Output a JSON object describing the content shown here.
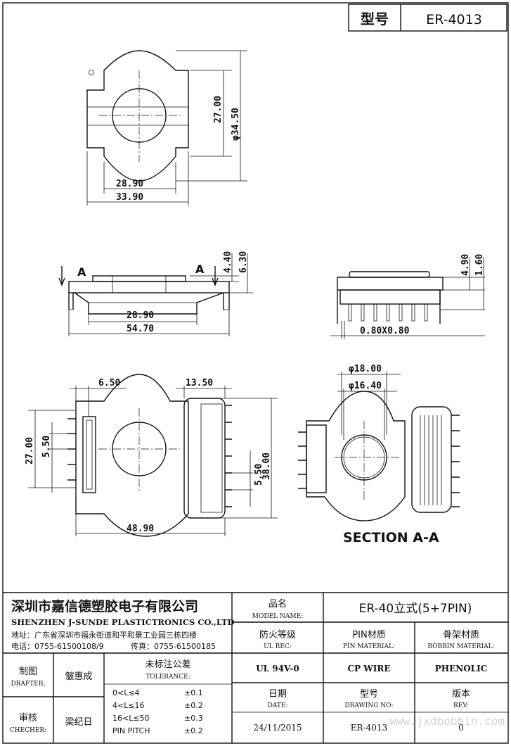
{
  "header": {
    "model_label": "型号",
    "model_value": "ER-4013"
  },
  "dimensions": {
    "top_view": {
      "inner_height": "27.00",
      "outer_diameter": "φ34.50",
      "inner_width": "28.90",
      "outer_width": "33.90"
    },
    "side_view": {
      "section_left": "A",
      "section_right": "A",
      "dim_a": "4.40",
      "dim_b": "6.30",
      "inner_width": "28.90",
      "total_width": "54.70"
    },
    "end_view": {
      "dim_a": "4.90",
      "dim_b": "1.60",
      "pin_size": "0.80X0.80"
    },
    "bottom_view": {
      "left_width": "6.50",
      "right_width": "13.50",
      "height_left": "27.00",
      "pitch_left": "5.50",
      "pitch_right": "5.50",
      "total_height": "38.00",
      "total_width": "48.90"
    },
    "section_view": {
      "outer_diameter": "φ18.00",
      "inner_diameter": "φ16.40",
      "title": "SECTION A-A"
    }
  },
  "title_block": {
    "company_cn": "深圳市嘉信德塑胶电子有限公司",
    "company_en": "SHENZHEN J-SUNDE PLASTICTRONICS CO.,LTD",
    "address": "地址：广东省深圳市福永街道和平和景工业园三栋四楼",
    "phone": "电话：0755-61500108/9",
    "fax": "传真：0755-61500185",
    "model_name_cn": "品名",
    "model_name_en": "MODEL NAME:",
    "model_name_value": "ER-40立式(5+7PIN)",
    "ul_rec_cn": "防火等级",
    "ul_rec_en": "UL REC:",
    "ul_rec_value": "UL 94V-0",
    "pin_material_cn": "PIN材质",
    "pin_material_en": "PIN MATERIAL:",
    "pin_material_value": "CP WIRE",
    "bobbin_material_cn": "骨架材质",
    "bobbin_material_en": "BOBBIN MATERIAL:",
    "bobbin_material_value": "PHENOLIC",
    "drafter_cn": "制图",
    "drafter_en": "DRAFTER:",
    "drafter_value": "皱惠成",
    "checker_cn": "审核",
    "checker_en": "CHECHER:",
    "checker_value": "梁纪日",
    "tolerance_cn": "未标注公差",
    "tolerance_en": "TOLERANCE:",
    "tolerance_rows": [
      {
        "range": "0<L≤4",
        "value": "±0.1"
      },
      {
        "range": "4<L≤16",
        "value": "±0.2"
      },
      {
        "range": "16<L≤50",
        "value": "±0.3"
      },
      {
        "range": "PIN PITCH",
        "value": "±0.2"
      }
    ],
    "date_cn": "日期",
    "date_en": "DATE:",
    "date_value": "24/11/2015",
    "drawing_no_cn": "型号",
    "drawing_no_en": "DRAWING NO:",
    "drawing_no_value": "ER-4013",
    "rev_cn": "版本",
    "rev_en": "REV:",
    "rev_value": "0"
  },
  "watermark": "www.jxdbobbin.com"
}
